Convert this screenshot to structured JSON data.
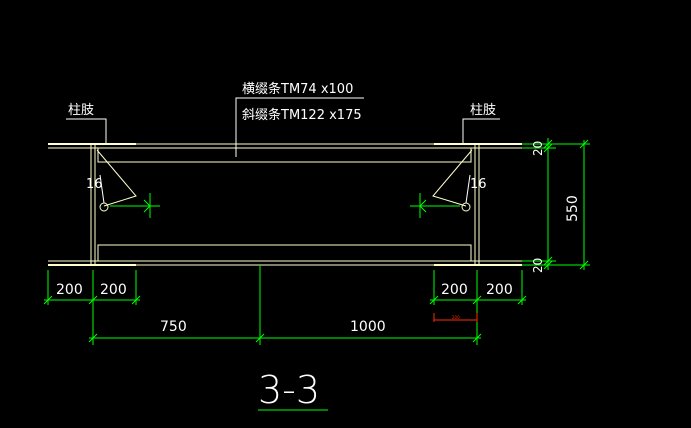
{
  "drawing": {
    "section_label": "3-3",
    "annotations": {
      "column_flange_left": "柱肢",
      "column_flange_right": "柱肢",
      "horizontal_lacing": "横缀条TM74 x100",
      "diagonal_lacing": "斜缀条TM122 x175",
      "weld_size_left": "16",
      "weld_size_right": "16"
    },
    "dimensions": {
      "top_plate": "20",
      "bottom_plate": "20",
      "overall_height": "550",
      "left_outer": "200",
      "left_inner": "200",
      "right_inner": "200",
      "right_outer": "200",
      "center_left": "750",
      "center_right": "1000",
      "red_small_tag": "200"
    },
    "colors": {
      "background": "#000000",
      "geometry": "#ffffcc",
      "dimension": "#00ff00",
      "text": "#ffffff",
      "red_marker": "#ff2a00"
    }
  }
}
